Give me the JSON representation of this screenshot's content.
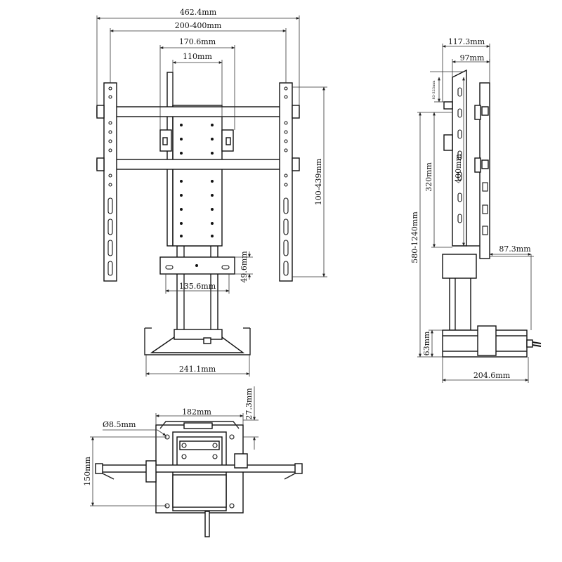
{
  "front_view": {
    "overall_width": "462.4mm",
    "vesa_horizontal": "200-400mm",
    "mount_plate_width": "170.6mm",
    "mount_hole_spacing": "110mm",
    "vesa_vertical": "100-439mm",
    "clamp_height": "49.6mm",
    "clamp_width": "135.6mm",
    "base_width": "241.1mm"
  },
  "side_view": {
    "top_depth": "117.3mm",
    "panel_depth": "97mm",
    "small_offset": "83-323mm",
    "bracket_height": "400mm",
    "slot_height": "320mm",
    "total_height": "580-1240mm",
    "base_offset": "87.3mm",
    "base_height": "63mm",
    "base_depth": "204.6mm"
  },
  "top_view": {
    "hole_diameter": "Ø8.5mm",
    "plate_width": "182mm",
    "edge_offset": "27.3mm",
    "hole_spacing": "150mm"
  }
}
